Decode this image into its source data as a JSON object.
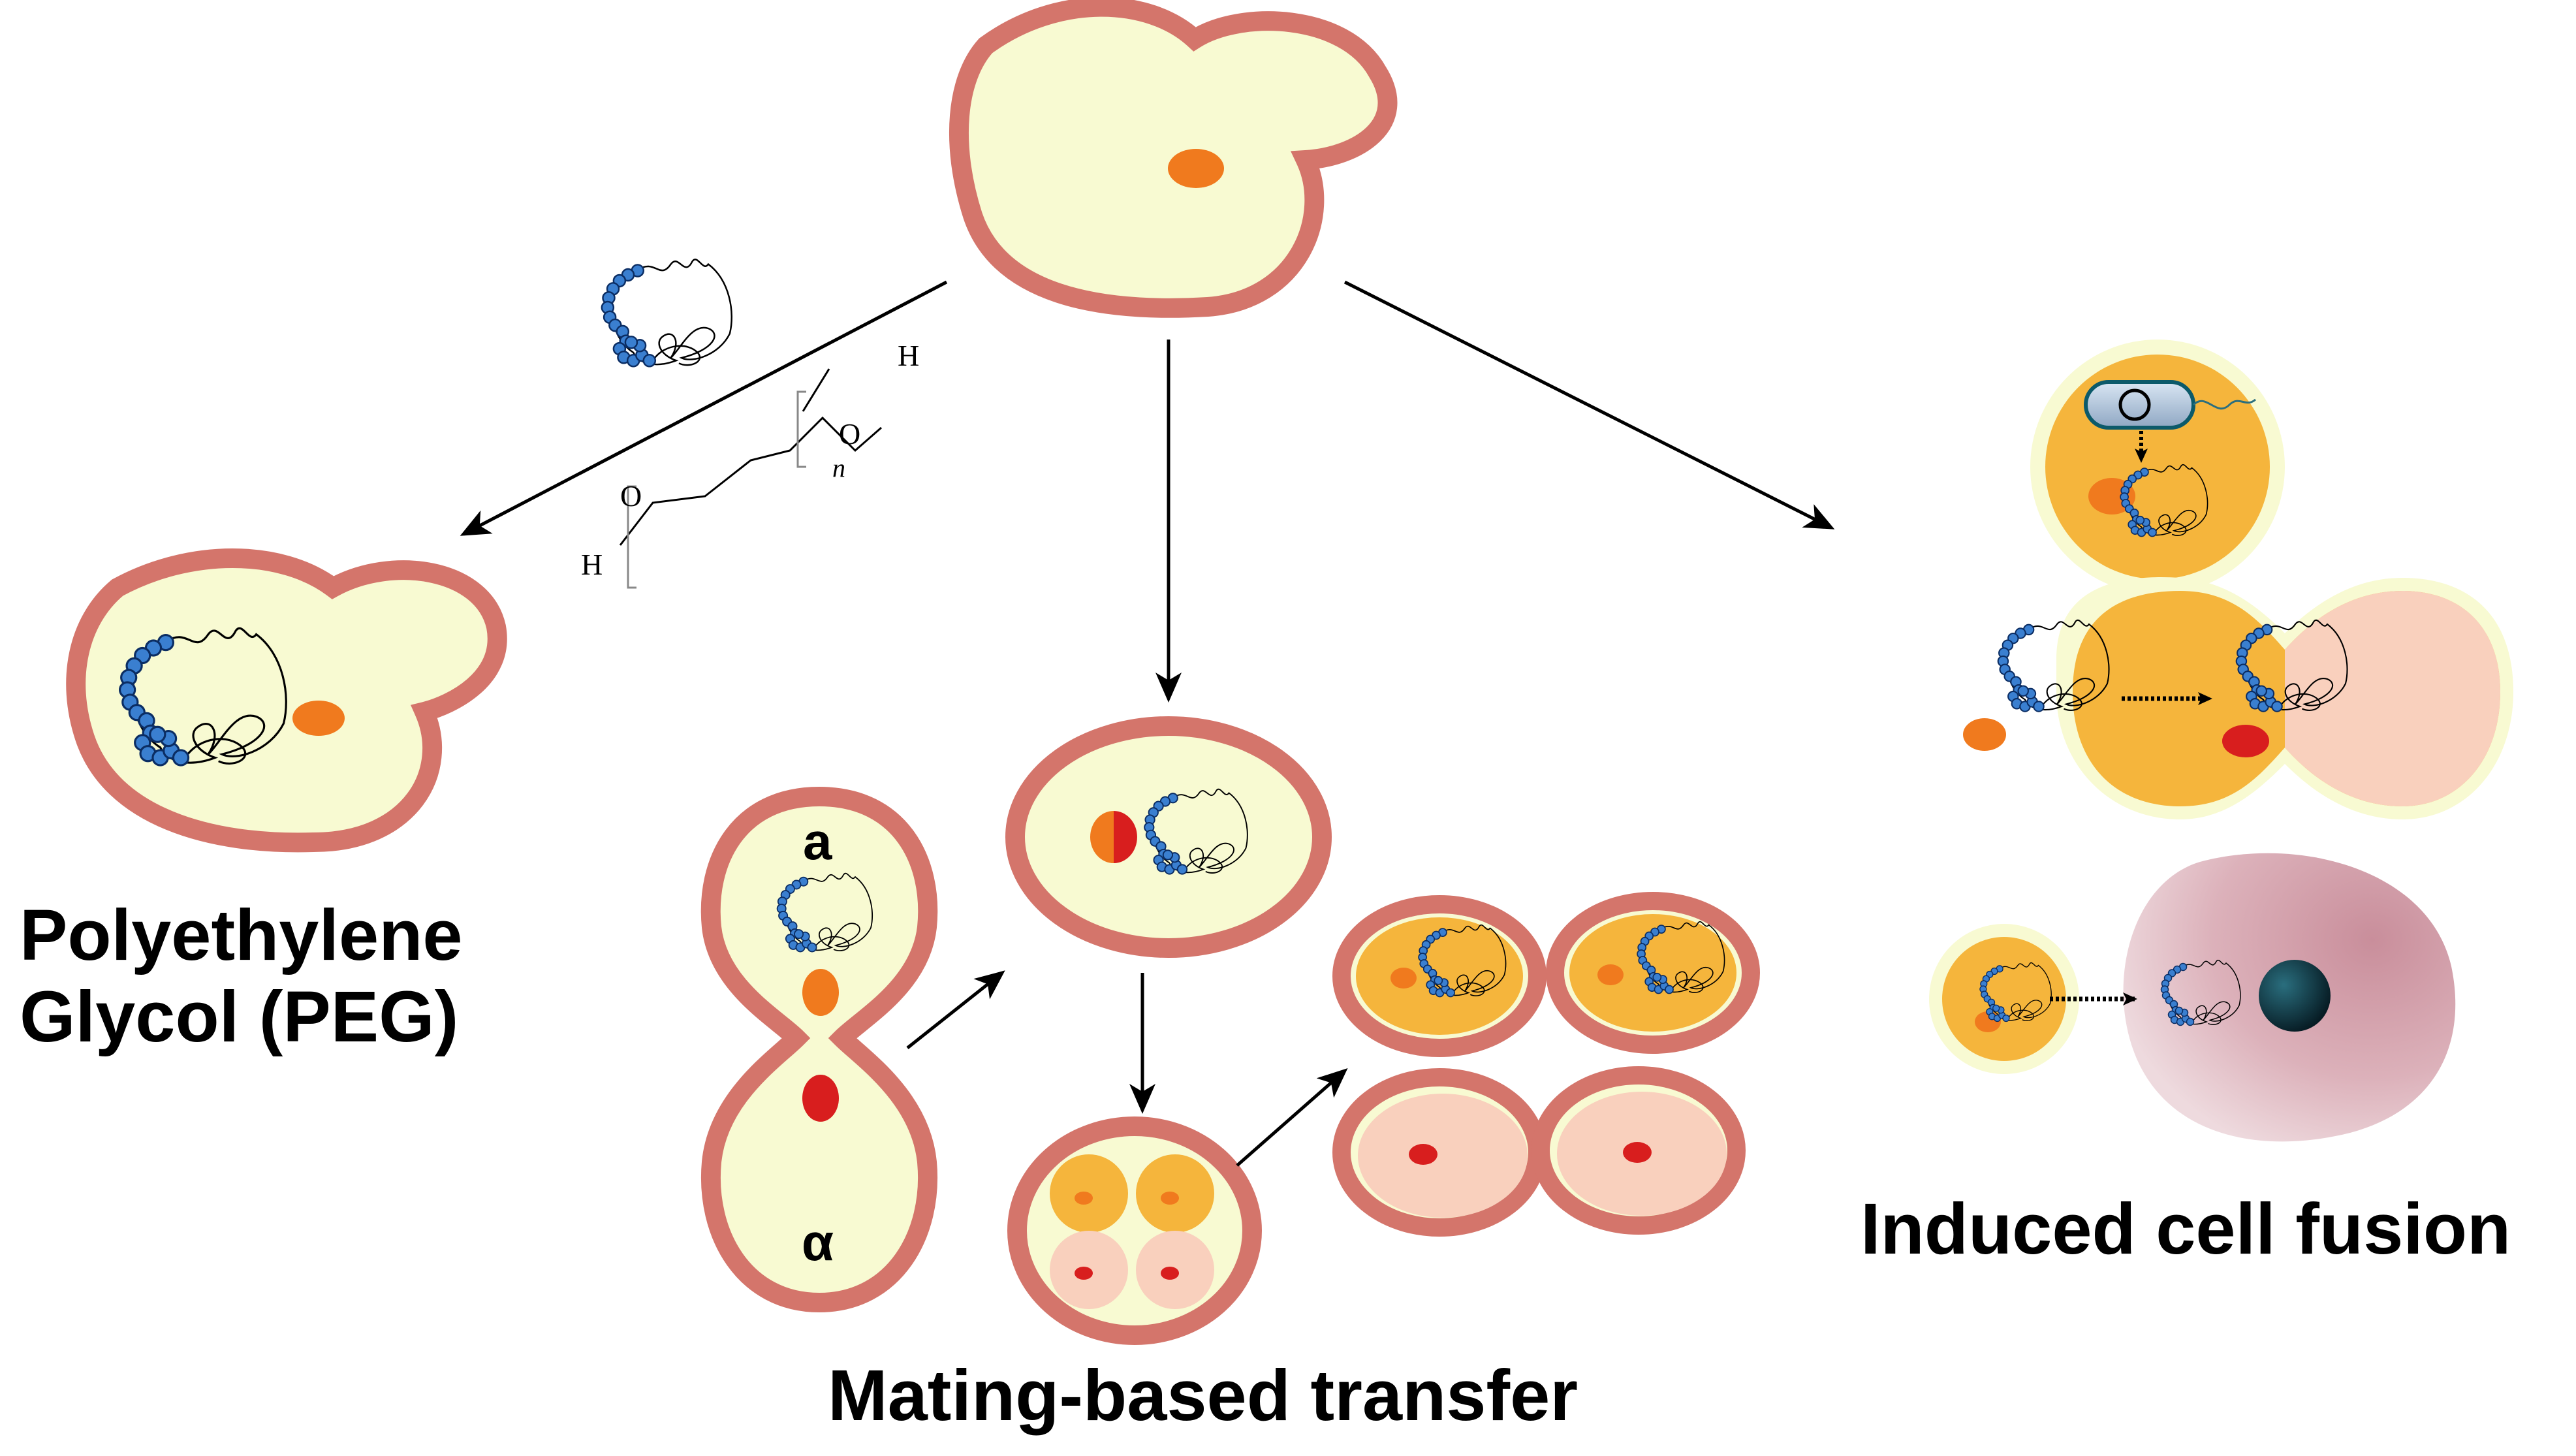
{
  "labels": {
    "peg_line1": "Polyethylene",
    "peg_line2": "Glycol (PEG)",
    "mating": "Mating-based transfer",
    "fusion": "Induced cell fusion"
  },
  "mating_types": {
    "a": "a",
    "alpha": "α"
  },
  "peg_structure": {
    "h_top": "H",
    "o_right": "O",
    "n": "n",
    "o_left": "O",
    "h_bottom": "H"
  },
  "colors": {
    "wall": "#d4756b",
    "cytoplasm": "#f8fad2",
    "nucleus": "#f07a1e",
    "nucleus_red": "#d81e1e",
    "dna_blue": "#3a7fd0",
    "protoplast_yellow": "#f5b53c",
    "protoplast_pink": "#f9d0bd",
    "mammalian_cell": "#d8a9b3"
  }
}
